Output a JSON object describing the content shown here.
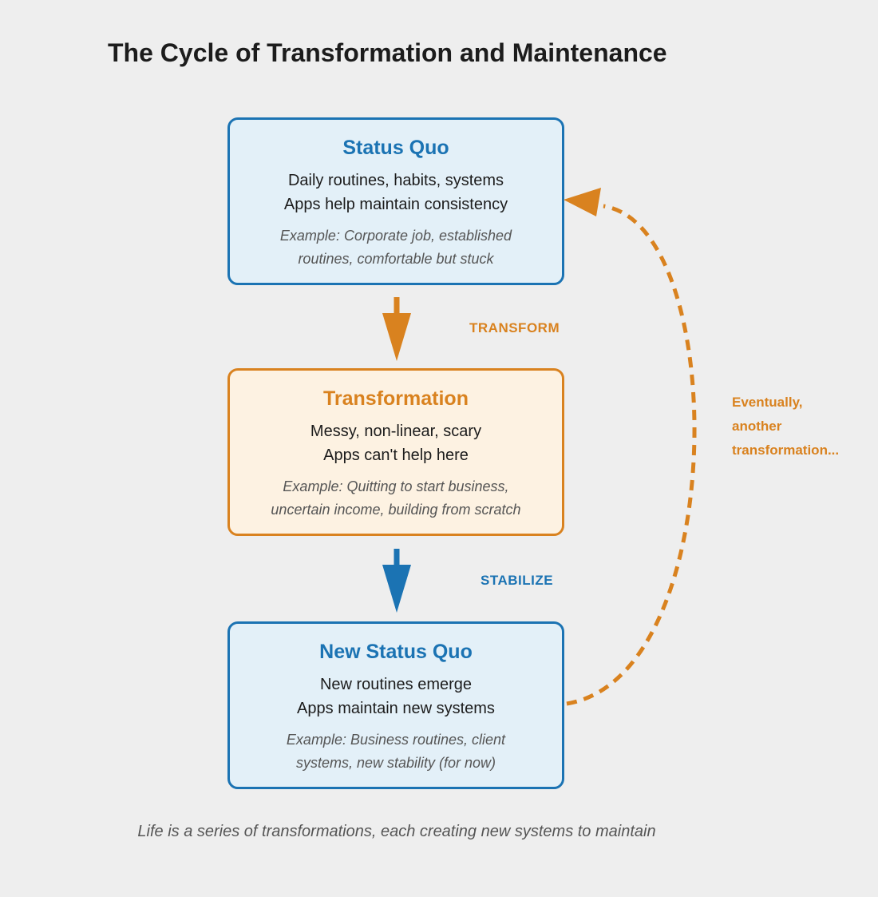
{
  "page": {
    "title": "The Cycle of Transformation and Maintenance",
    "caption": "Life is a series of transformations, each creating new systems to maintain"
  },
  "boxes": {
    "status_quo": {
      "title": "Status Quo",
      "line1": "Daily routines, habits, systems",
      "line2": "Apps help maintain consistency",
      "example_line1": "Example: Corporate job, established",
      "example_line2": "routines, comfortable but stuck"
    },
    "transformation": {
      "title": "Transformation",
      "line1": "Messy, non-linear, scary",
      "line2": "Apps can't help here",
      "example_line1": "Example: Quitting to start business,",
      "example_line2": "uncertain income, building from scratch"
    },
    "new_status_quo": {
      "title": "New Status Quo",
      "line1": "New routines emerge",
      "line2": "Apps maintain new systems",
      "example_line1": "Example: Business routines, client",
      "example_line2": "systems, new stability (for now)"
    }
  },
  "arrows": {
    "transform_label": "TRANSFORM",
    "stabilize_label": "STABILIZE",
    "loop_label_line1": "Eventually,",
    "loop_label_line2": "another",
    "loop_label_line3": "transformation..."
  },
  "colors": {
    "background": "#eeeeee",
    "blue": "#1b73b3",
    "blue_fill": "#e3f0f8",
    "orange": "#d9821f",
    "orange_fill": "#fdf2e2",
    "text": "#1c1c1c",
    "muted_text": "#555555"
  }
}
